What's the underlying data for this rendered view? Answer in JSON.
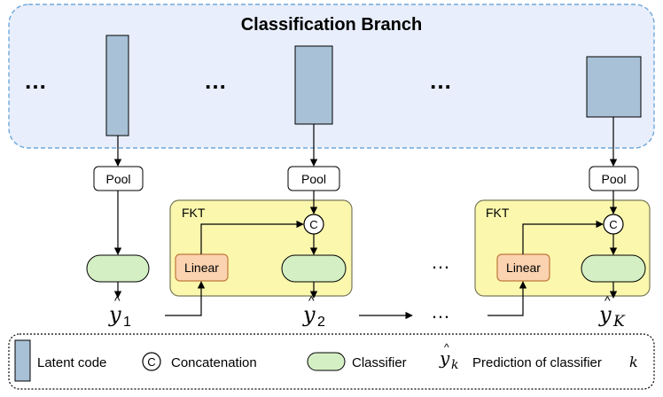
{
  "title": "Classification Branch",
  "ellipsis": "…",
  "pool_label": "Pool",
  "fkt_label": "FKT",
  "linear_label": "Linear",
  "concat_symbol": "C",
  "predictions": {
    "y1": {
      "base": "y",
      "sub": "1"
    },
    "y2": {
      "base": "y",
      "sub": "2"
    },
    "yK": {
      "base": "y",
      "sub": "K"
    }
  },
  "legend": {
    "latent": "Latent code",
    "concat_symbol": "C",
    "concat": "Concatenation",
    "classifier": "Classifier",
    "pred_base": "y",
    "pred_sub": "k",
    "pred_text": "Prediction of classifier",
    "pred_var": "k"
  },
  "colors": {
    "branch_fill": "#e8eefb",
    "branch_border": "#6fa8dc",
    "latent_fill": "#a9c1d6",
    "fkt_fill": "#fbf7ad",
    "fkt_border": "#7a7a5a",
    "classifier_fill": "#d5efc5",
    "linear_fill": "#fbd3b0",
    "linear_border": "#c0783c"
  }
}
